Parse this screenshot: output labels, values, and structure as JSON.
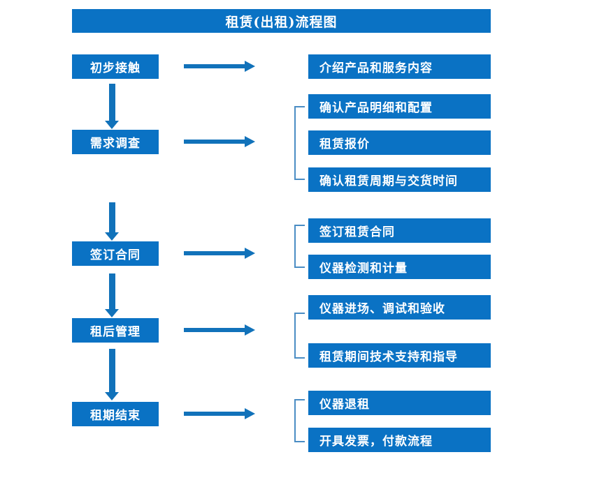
{
  "chart_data": {
    "type": "diagram",
    "title": "租赁(出租)流程图",
    "diagram_kind": "flowchart",
    "orientation": "vertical-with-side-branches",
    "stages": [
      {
        "id": "stage-1",
        "label": "初步接触",
        "bracketed": false,
        "details": [
          "介绍产品和服务内容"
        ]
      },
      {
        "id": "stage-2",
        "label": "需求调查",
        "bracketed": true,
        "details": [
          "确认产品明细和配置",
          "租赁报价",
          "确认租赁周期与交货时间"
        ]
      },
      {
        "id": "stage-3",
        "label": "签订合同",
        "bracketed": true,
        "details": [
          "签订租赁合同",
          "仪器检测和计量"
        ]
      },
      {
        "id": "stage-4",
        "label": "租后管理",
        "bracketed": true,
        "details": [
          "仪器进场、调试和验收",
          "租赁期间技术支持和指导"
        ]
      },
      {
        "id": "stage-5",
        "label": "租期结束",
        "bracketed": true,
        "details": [
          "仪器退租",
          "开具发票，付款流程"
        ]
      }
    ]
  },
  "header": {
    "title": "租赁(出租)流程图"
  },
  "flow": {
    "stages": [
      {
        "label": "初步接触"
      },
      {
        "label": "需求调查"
      },
      {
        "label": "签订合同"
      },
      {
        "label": "租后管理"
      },
      {
        "label": "租期结束"
      }
    ],
    "details": [
      {
        "label": "介绍产品和服务内容"
      },
      {
        "label": "确认产品明细和配置"
      },
      {
        "label": "租赁报价"
      },
      {
        "label": "确认租赁周期与交货时间"
      },
      {
        "label": "签订租赁合同"
      },
      {
        "label": "仪器检测和计量"
      },
      {
        "label": "仪器进场、调试和验收"
      },
      {
        "label": "租赁期间技术支持和指导"
      },
      {
        "label": "仪器退租"
      },
      {
        "label": "开具发票，付款流程"
      }
    ]
  },
  "colors": {
    "box_fill": "#0a72c4",
    "box_text": "#ffffff",
    "arrow": "#1172ba",
    "bracket": "#4a8dc4",
    "background": "#ffffff"
  }
}
